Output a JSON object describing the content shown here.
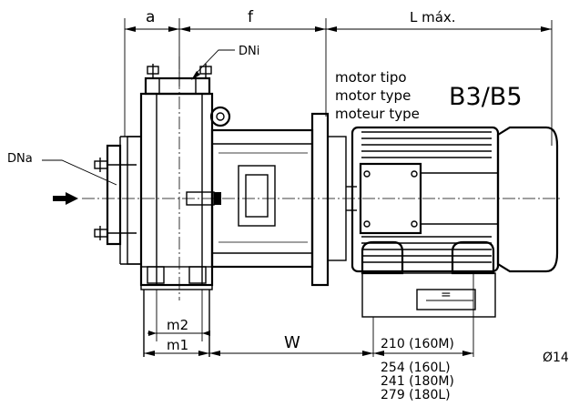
{
  "labels": {
    "a": "a",
    "f": "f",
    "l_max": "L máx.",
    "dni": "DNi",
    "dna": "DNa",
    "motor_es": "motor tipo",
    "motor_en": "motor type",
    "motor_fr": "moteur type",
    "mount_type": "B3/B5",
    "equals": "=",
    "m2": "m2",
    "m1": "m1",
    "w": "W",
    "diameter_partial": "Ø14"
  },
  "motor_sizes": [
    "210 (160M)",
    "254 (160L)",
    "241 (180M)",
    "279 (180L)"
  ]
}
